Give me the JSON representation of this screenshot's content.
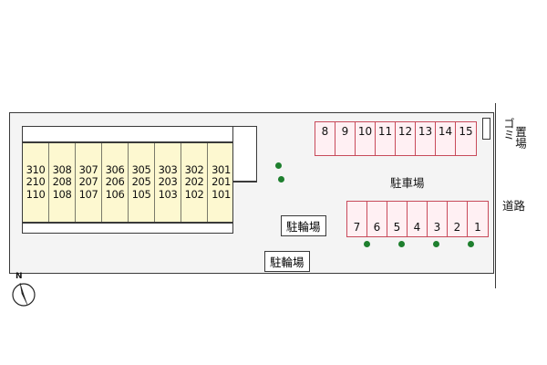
{
  "building": {
    "units": [
      [
        "310",
        "210",
        "110"
      ],
      [
        "308",
        "208",
        "108"
      ],
      [
        "307",
        "207",
        "107"
      ],
      [
        "306",
        "206",
        "106"
      ],
      [
        "305",
        "205",
        "105"
      ],
      [
        "303",
        "203",
        "103"
      ],
      [
        "302",
        "202",
        "102"
      ],
      [
        "301",
        "201",
        "101"
      ]
    ]
  },
  "parking": {
    "top_row": [
      "8",
      "9",
      "10",
      "11",
      "12",
      "13",
      "14",
      "15"
    ],
    "bottom_row": [
      "7",
      "6",
      "5",
      "4",
      "3",
      "2",
      "1"
    ],
    "label": "駐車場"
  },
  "bicycle_parking": [
    "駐輪場",
    "駐輪場"
  ],
  "garbage": {
    "col1": "ゴミ",
    "col2": "置場"
  },
  "road": "道路",
  "compass": {
    "north": "N"
  },
  "colors": {
    "building_fill": "#fdf8d0",
    "parking_fill": "#fff0f3",
    "parking_border": "#c84a5a",
    "tree": "#1e7f2e"
  }
}
